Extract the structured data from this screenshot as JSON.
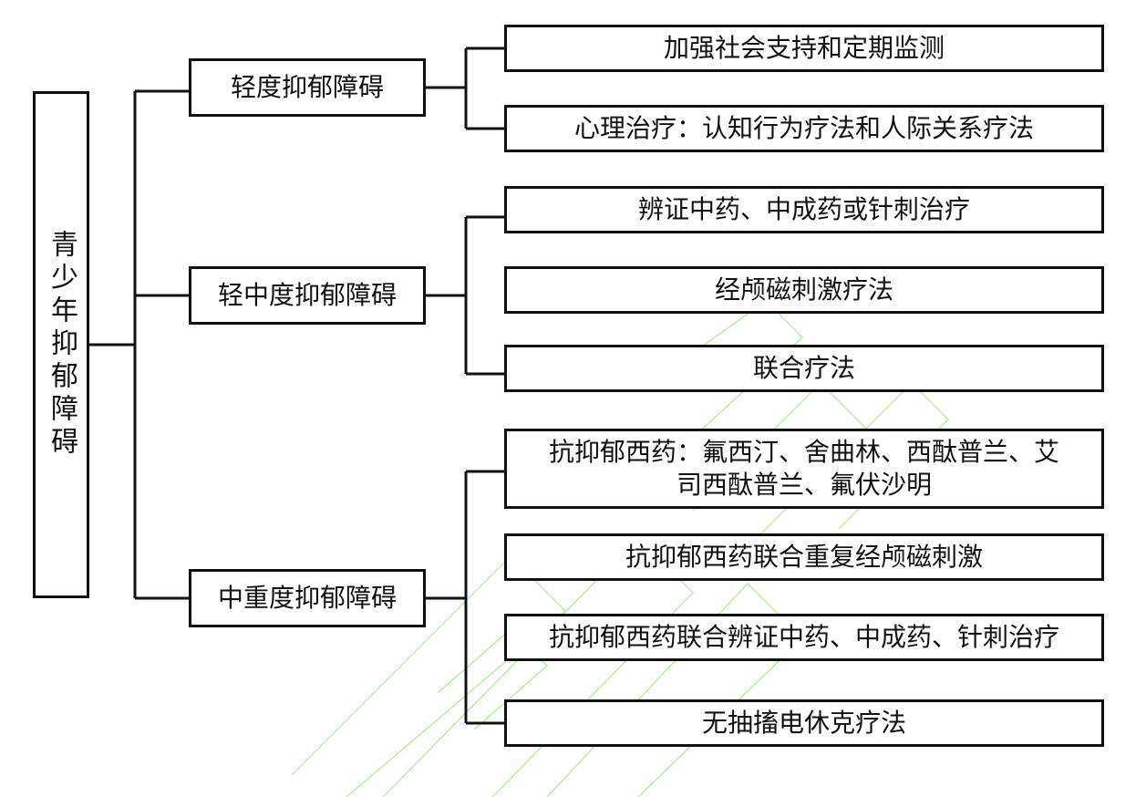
{
  "root": {
    "label": "青少年抑郁障碍"
  },
  "categories": [
    {
      "label": "轻度抑郁障碍",
      "items": [
        "加强社会支持和定期监测",
        "心理治疗：认知行为疗法和人际关系疗法"
      ]
    },
    {
      "label": "轻中度抑郁障碍",
      "items": [
        "辨证中药、中成药或针刺治疗",
        "经颅磁刺激疗法",
        "联合疗法"
      ]
    },
    {
      "label": "中重度抑郁障碍",
      "items": [
        "抗抑郁西药：氟西汀、舍曲林、西酞普兰、艾司西酞普兰、氟伏沙明",
        "抗抑郁西药联合重复经颅磁刺激",
        "抗抑郁西药联合辨证中药、中成药、针刺治疗",
        "无抽搐电休克疗法"
      ]
    }
  ],
  "colors": {
    "line": "#111111",
    "watermark": "#b9e6a0"
  }
}
